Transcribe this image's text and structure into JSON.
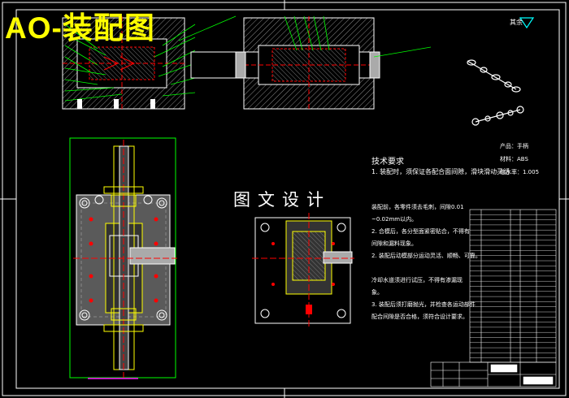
{
  "drawing": {
    "title": "AO-装配图",
    "watermark": "图文设计",
    "roughness_note": "其余",
    "technical_requirements": {
      "heading": "技术要求",
      "item1": "1. 装配时，须保证各配合面间隙，滑块滑动灵活",
      "block": [
        "装配前，各零件须去毛刺，间隙0.01",
        "~0.02mm以内。",
        "2. 合模后，各分型面紧密贴合，不得有",
        "间隙和漏料现象。",
        "2. 装配后动模部分运动灵活、顺畅、可靠。",
        "",
        "冷却水道须进行试压，不得有渗漏现",
        "象。",
        "3. 装配后须打磨抛光，并检查各运动部件",
        "配合间隙是否合格，须符合设计要求。"
      ]
    },
    "product_info": {
      "line1": "产品：手柄",
      "line2": "材料：ABS",
      "line3": "缩水率：1.005"
    },
    "colors": {
      "background": "#000000",
      "frame": "#ffffff",
      "title": "#ffff00",
      "cyan": "#00ffff",
      "yellow": "#ffff00",
      "green": "#00ff00",
      "red": "#ff0000",
      "magenta": "#ff00ff",
      "gray": "#8a8a8a"
    }
  }
}
